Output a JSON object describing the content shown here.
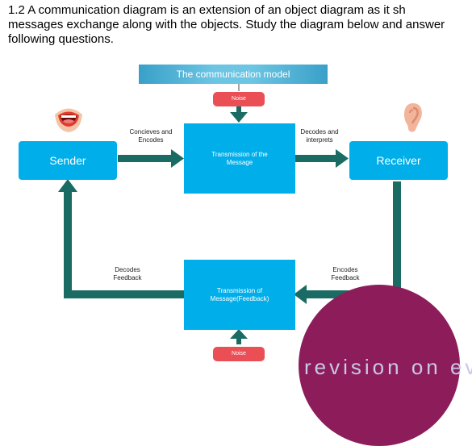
{
  "intro": {
    "line1": "1.2 A communication diagram is an extension of an object diagram as it sh",
    "line2": "messages exchange along with the objects. Study the diagram below and answer",
    "line3": "following questions."
  },
  "diagram": {
    "title": "The communication model",
    "noise_top": "Noise",
    "noise_bottom": "Noise",
    "sender": "Sender",
    "receiver": "Receiver",
    "transmission_top": "Transmission of the Message",
    "transmission_bottom": "Transmission of Message(Feedback)",
    "label_encodes": "Concieves and Encodes",
    "label_decodes": "Decodes and interprets",
    "label_decodes_feedback": "Decodes Feedback",
    "label_encodes_feedback": "Encodes Feedback"
  },
  "overlay": {
    "text": "revision on ev"
  },
  "colors": {
    "box": "#00aeea",
    "arrow": "#1a6b63",
    "noise": "#e94f55",
    "circle": "#8c1d5a"
  },
  "icons": [
    "mouth-icon",
    "ear-icon"
  ]
}
